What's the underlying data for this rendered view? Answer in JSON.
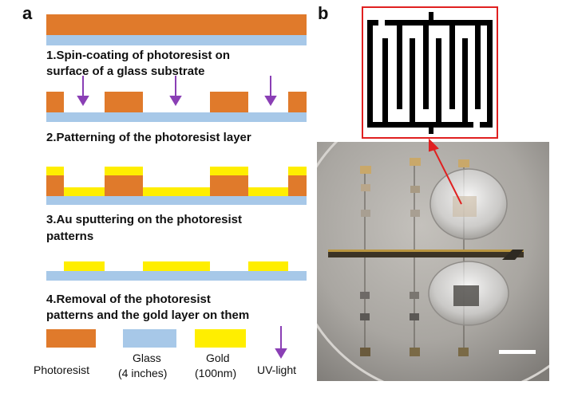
{
  "panel_a": {
    "label": "a",
    "steps": [
      "1.Spin-coating of photoresist on",
      "surface of a glass substrate",
      "2.Patterning of the photoresist layer",
      "3.Au sputtering on the photoresist",
      "patterns",
      "4.Removal of the photoresist",
      "patterns and the gold layer on them"
    ],
    "legend": {
      "photoresist": "Photoresist",
      "glass": "Glass",
      "glass_note": "(4 inches)",
      "gold": "Gold",
      "gold_note": "(100nm)",
      "uv": "UV-light"
    },
    "colors": {
      "photoresist": "#e07a2b",
      "glass": "#a7c8e8",
      "gold": "#ffee00",
      "uv_arrow": "#8a3fb5"
    }
  },
  "panel_b": {
    "label": "b",
    "colors": {
      "inset_border": "#e02020",
      "pointer_arrow": "#e02020"
    }
  }
}
